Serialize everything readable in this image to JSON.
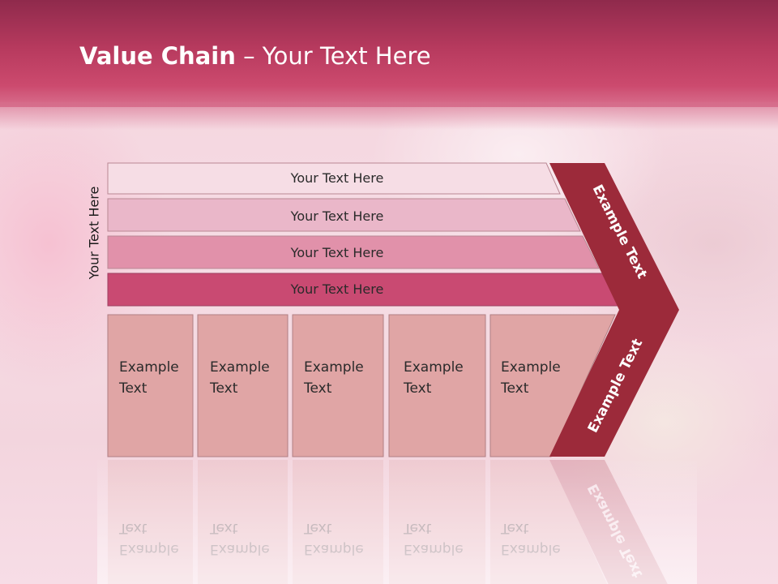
{
  "slide": {
    "title_bold": "Value Chain",
    "title_rest": " – Your Text Here",
    "side_label": "Your Text Here"
  },
  "rows": [
    {
      "label": "Your Text Here",
      "color": "#f6dde5"
    },
    {
      "label": "Your Text Here",
      "color": "#eab7c9"
    },
    {
      "label": "Your Text Here",
      "color": "#e191aa"
    },
    {
      "label": "Your Text Here",
      "color": "#c94a72"
    }
  ],
  "boxes": [
    {
      "line1": "Example",
      "line2": "Text"
    },
    {
      "line1": "Example",
      "line2": "Text"
    },
    {
      "line1": "Example",
      "line2": "Text"
    },
    {
      "line1": "Example",
      "line2": "Text"
    },
    {
      "line1": "Example",
      "line2": "Text"
    }
  ],
  "chevron": {
    "top_label": "Example Text",
    "bottom_label": "Example Text",
    "color": "#9c2a3a"
  },
  "colors": {
    "header": "#b73a5e",
    "box_fill": "#e0a5a5",
    "box_border": "#b07f84"
  }
}
